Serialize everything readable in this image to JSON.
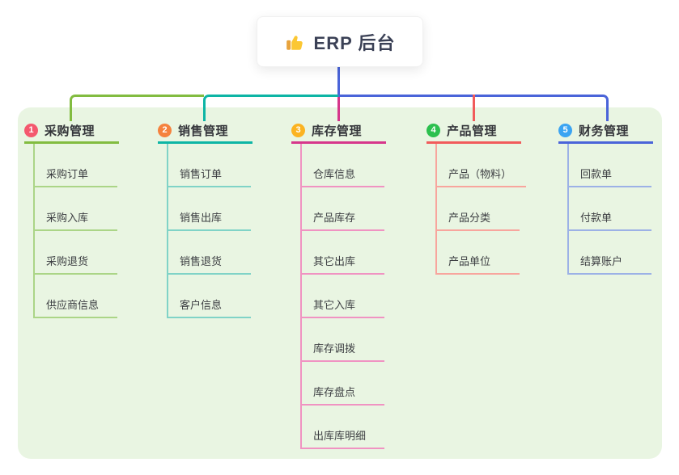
{
  "root": {
    "label": "ERP 后台",
    "icon": "thumbs-up"
  },
  "panel_color": "#e9f5e2",
  "trunk_color": "#4a64d9",
  "columns": [
    {
      "num": "1",
      "title": "采购管理",
      "badge_color": "#f4586e",
      "line_color": "#82bc40",
      "light_color": "#abd587",
      "items": [
        {
          "label": "采购订单"
        },
        {
          "label": "采购入库"
        },
        {
          "label": "采购退货"
        },
        {
          "label": "供应商信息"
        }
      ]
    },
    {
      "num": "2",
      "title": "销售管理",
      "badge_color": "#f5823e",
      "line_color": "#0db5a5",
      "light_color": "#80d3c7",
      "items": [
        {
          "label": "销售订单"
        },
        {
          "label": "销售出库"
        },
        {
          "label": "销售退货"
        },
        {
          "label": "客户信息"
        }
      ]
    },
    {
      "num": "3",
      "title": "库存管理",
      "badge_color": "#fbb321",
      "line_color": "#d6368b",
      "light_color": "#f093c2",
      "items": [
        {
          "label": "仓库信息"
        },
        {
          "label": "产品库存"
        },
        {
          "label": "其它出库"
        },
        {
          "label": "其它入库"
        },
        {
          "label": "库存调拨"
        },
        {
          "label": "库存盘点"
        },
        {
          "label": "出库库明细"
        }
      ]
    },
    {
      "num": "4",
      "title": "产品管理",
      "badge_color": "#2cc04e",
      "line_color": "#f15b5b",
      "light_color": "#f8a59d",
      "items": [
        {
          "label": "产品（物料）"
        },
        {
          "label": "产品分类"
        },
        {
          "label": "产品单位"
        }
      ]
    },
    {
      "num": "5",
      "title": "财务管理",
      "badge_color": "#3ba4f2",
      "line_color": "#4a64d9",
      "light_color": "#9cb1e6",
      "items": [
        {
          "label": "回款单"
        },
        {
          "label": "付款单"
        },
        {
          "label": "结算账户"
        }
      ]
    }
  ]
}
